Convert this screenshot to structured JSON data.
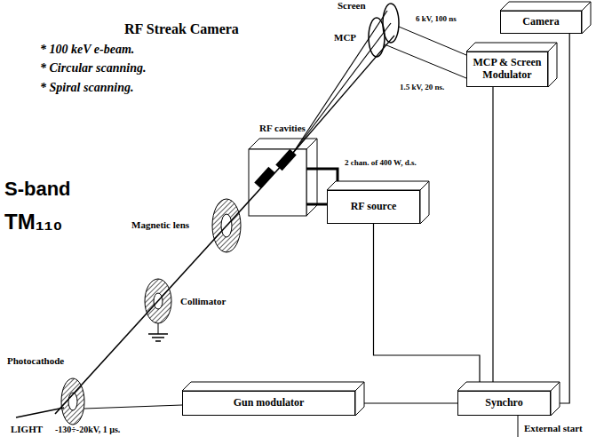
{
  "diagram": {
    "title": "RF Streak Camera",
    "nodes": [
      {
        "text": [
          "Camera"
        ]
      },
      {
        "text": [
          "MCP & Screen Modulator"
        ]
      },
      {
        "text": [
          "RF source"
        ]
      },
      {
        "text": [
          "Synchro"
        ]
      },
      {
        "text": [
          "Gun modulator"
        ]
      }
    ],
    "edges": [
      {
        "from": 0,
        "to": 3,
        "arrow": "none"
      },
      {
        "from": 1,
        "to": 3,
        "arrow": "none"
      },
      {
        "from": 2,
        "to": 3,
        "arrow": "none"
      },
      {
        "from": 4,
        "to": 3,
        "arrow": "none"
      }
    ],
    "labels": [
      "* 100 keV e-beam.",
      "* Circular scanning.",
      "* Spiral scanning.",
      "S-band",
      "TM₁₁₀",
      "Screen",
      "MCP",
      "6 kV, 100 ns",
      "1.5 kV, 20 ns.",
      "RF cavities",
      "2 chan. of 400 W, d.s.",
      "Magnetic lens",
      "Collimator",
      "Photocathode",
      "LIGHT",
      "-130÷-20kV, 1 µs.",
      "External start"
    ]
  }
}
